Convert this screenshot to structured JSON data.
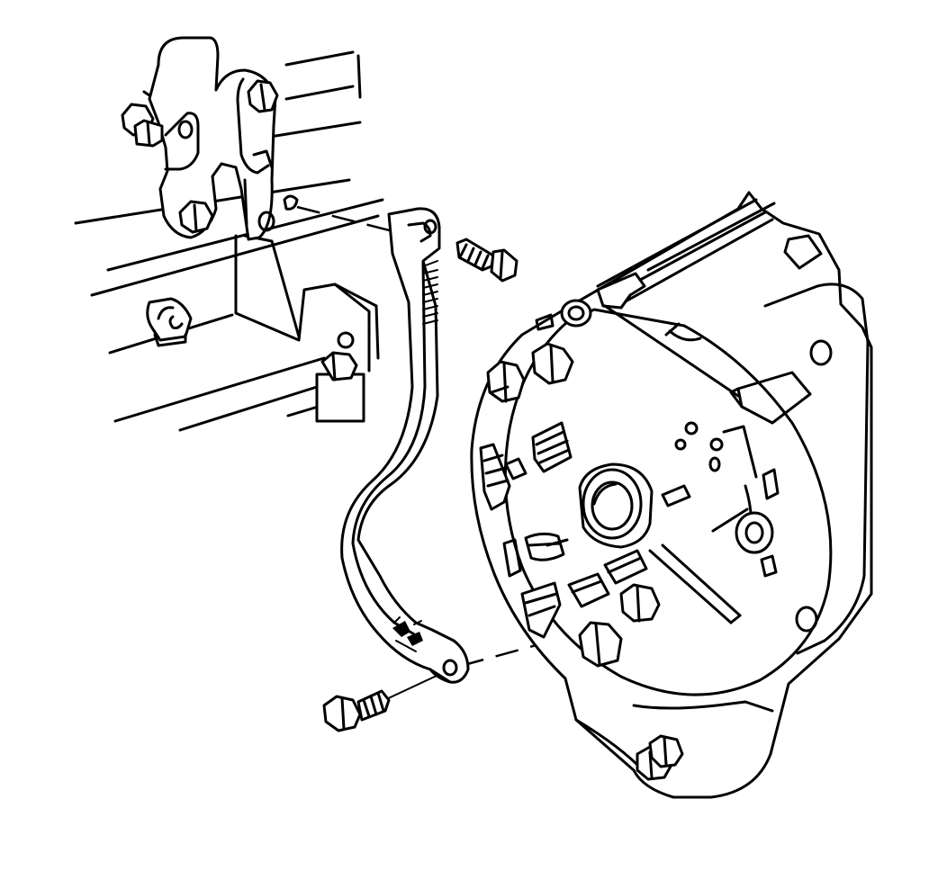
{
  "diagram": {
    "kind": "exploded-view line drawing",
    "line_color": "#000000",
    "background_color": "#ffffff",
    "parts": [
      "engine-mounting-bracket",
      "engine-block",
      "alternator-brace",
      "upper-brace-bolt",
      "lower-brace-bolt",
      "alternator"
    ],
    "labels": []
  }
}
